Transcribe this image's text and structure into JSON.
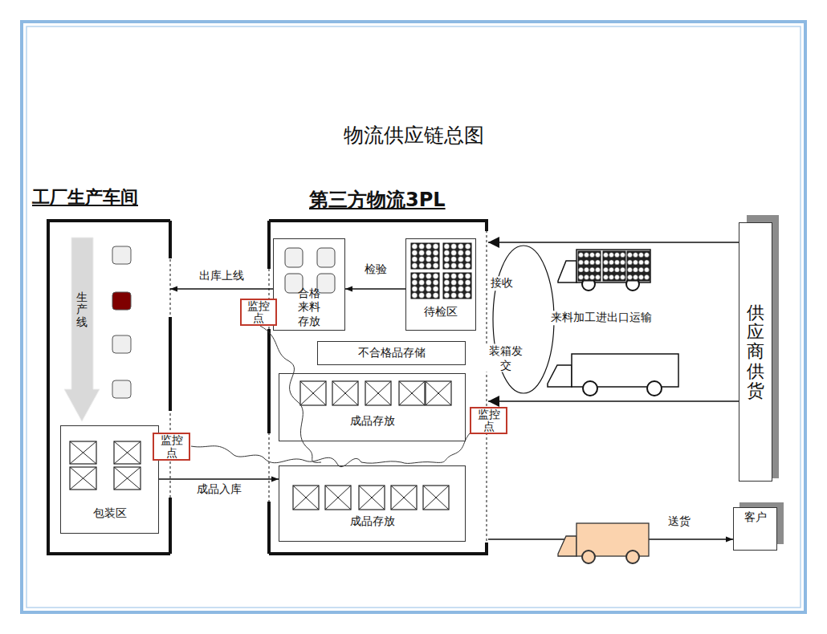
{
  "diagram": {
    "title": "物流供应链总图",
    "nodes": [
      {
        "text": [
          "工厂生产车间"
        ]
      },
      {
        "text": [
          "生产线"
        ],
        "in": 0
      },
      {
        "text": [
          "包装区"
        ],
        "in": 0
      },
      {
        "text": [
          "第三方物流3PL"
        ]
      },
      {
        "text": [
          "合格来料存放"
        ],
        "in": 3
      },
      {
        "text": [
          "待检区"
        ],
        "in": 3
      },
      {
        "text": [
          "不合格品存储"
        ],
        "in": 3
      },
      {
        "text": [
          "成品存放"
        ],
        "in": 3
      },
      {
        "text": [
          "成品存放"
        ],
        "in": 3
      },
      {
        "text": [
          "供应商供货"
        ]
      },
      {
        "text": [
          "客户"
        ]
      },
      {
        "text": [
          "监控点"
        ]
      },
      {
        "text": [
          "监控点"
        ]
      },
      {
        "text": [
          "监控点"
        ]
      }
    ],
    "edges": [
      {
        "from": 4,
        "to": 0,
        "label": "出库上线",
        "arrow": "to"
      },
      {
        "from": 5,
        "to": 4,
        "label": "检验",
        "arrow": "to"
      },
      {
        "from": 2,
        "to": 8,
        "label": "成品入库",
        "arrow": "to"
      },
      {
        "from": 9,
        "to": 3,
        "arrow": "to"
      },
      {
        "from": 9,
        "to": 3,
        "arrow": "to"
      },
      {
        "from": 3,
        "to": 10,
        "label": "送货",
        "arrow": "to"
      }
    ],
    "labels": [
      "来料加工进出口运输",
      "接收",
      "装箱发交"
    ]
  }
}
